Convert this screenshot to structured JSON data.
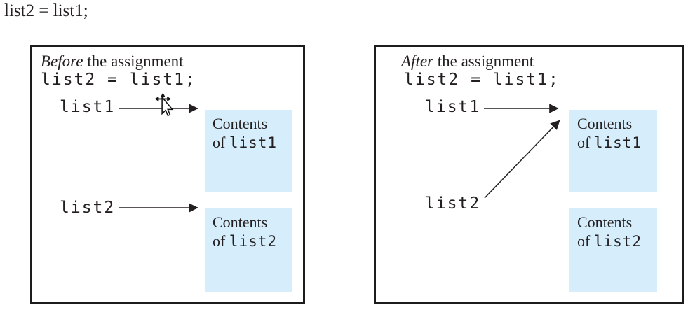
{
  "figure": {
    "statement": "list2 = list1;"
  },
  "colors": {
    "contents_box_fill": "#d6edfb",
    "ink": "#231f20",
    "panel_border": "#1c1c1c"
  },
  "icons": {
    "cursor": "move-pointer-cursor"
  },
  "panels": {
    "before": {
      "title_emphasis": "Before",
      "title_rest": " the assignment",
      "code": "list2 = list1;",
      "var1": "list1",
      "var2": "list2",
      "box1": {
        "line1": "Contents",
        "line2_prefix": "of ",
        "line2_var": "list1"
      },
      "box2": {
        "line1": "Contents",
        "line2_prefix": "of ",
        "line2_var": "list2"
      }
    },
    "after": {
      "title_emphasis": "After",
      "title_rest": " the assignment",
      "code": "list2 = list1;",
      "var1": "list1",
      "var2": "list2",
      "box1": {
        "line1": "Contents",
        "line2_prefix": "of ",
        "line2_var": "list1"
      },
      "box2": {
        "line1": "Contents",
        "line2_prefix": "of ",
        "line2_var": "list2"
      }
    }
  }
}
